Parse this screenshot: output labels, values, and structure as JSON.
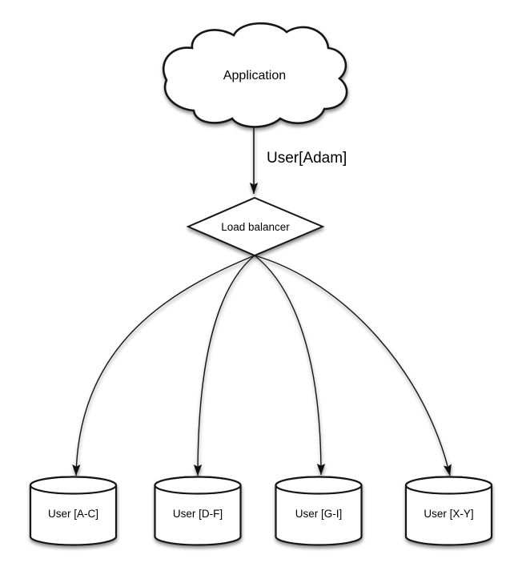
{
  "diagram": {
    "application_node": {
      "label": "Application",
      "shape": "cloud"
    },
    "edge_app_to_lb": {
      "label": "User[Adam]"
    },
    "load_balancer_node": {
      "label": "Load balancer",
      "shape": "diamond"
    },
    "shards": [
      {
        "label": "User [A-C]",
        "shape": "cylinder"
      },
      {
        "label": "User [D-F]",
        "shape": "cylinder"
      },
      {
        "label": "User [G-I]",
        "shape": "cylinder"
      },
      {
        "label": "User [X-Y]",
        "shape": "cylinder"
      }
    ],
    "colors": {
      "stroke": "#161616",
      "shape_fill": "#ffffff",
      "text": "#000000",
      "background": "#ffffff",
      "shadow": "rgba(0,0,0,0.45)"
    }
  }
}
